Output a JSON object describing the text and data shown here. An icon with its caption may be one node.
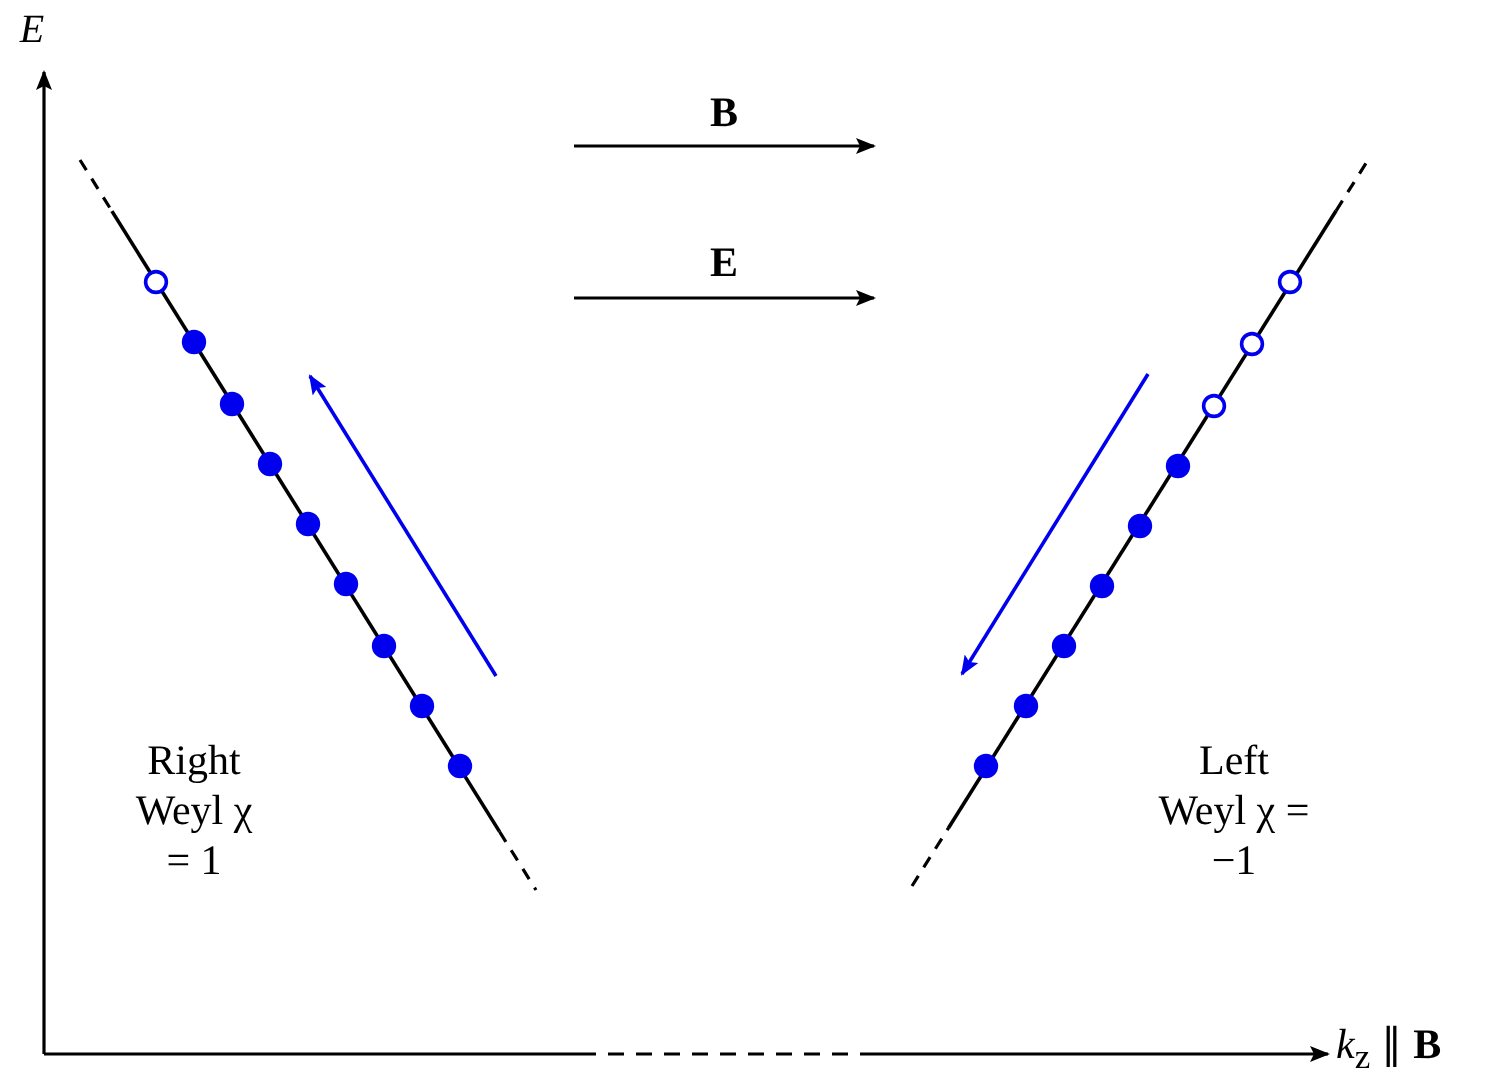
{
  "diagram": {
    "labels": [
      "E",
      "B",
      "E",
      "Right Weyl χ = 1",
      "Left Weyl χ = −1",
      "*k*$_{z}$ ∥ **B**"
    ]
  }
}
